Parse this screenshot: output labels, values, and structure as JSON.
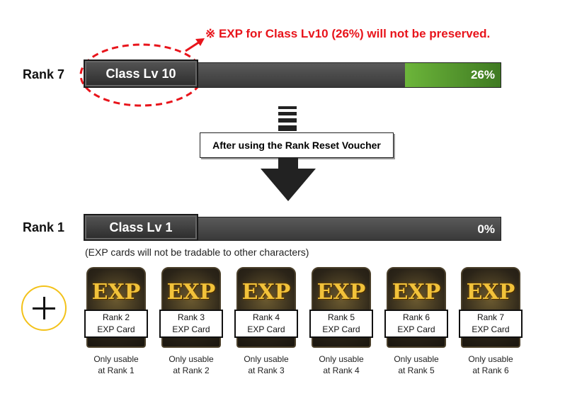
{
  "warning": "※ EXP for Class Lv10 (26%) will not be preserved.",
  "before": {
    "rank": "Rank 7",
    "class_level": "Class Lv 10",
    "exp_percent": "26%",
    "exp_fraction": 0.26
  },
  "transition_label": "After using the Rank Reset Voucher",
  "after": {
    "rank": "Rank 1",
    "class_level": "Class Lv 1",
    "exp_percent": "0%",
    "exp_fraction": 0
  },
  "cards_note": "(EXP cards will not be tradable to other characters)",
  "plus_icon": "plus-icon",
  "card_logo": "EXP",
  "cards": [
    {
      "rank": "Rank 2",
      "name": "EXP Card",
      "usage1": "Only usable",
      "usage2": "at Rank 1"
    },
    {
      "rank": "Rank 3",
      "name": "EXP Card",
      "usage1": "Only usable",
      "usage2": "at Rank 2"
    },
    {
      "rank": "Rank 4",
      "name": "EXP Card",
      "usage1": "Only usable",
      "usage2": "at Rank 3"
    },
    {
      "rank": "Rank 5",
      "name": "EXP Card",
      "usage1": "Only usable",
      "usage2": "at Rank 4"
    },
    {
      "rank": "Rank 6",
      "name": "EXP Card",
      "usage1": "Only usable",
      "usage2": "at Rank 5"
    },
    {
      "rank": "Rank 7",
      "name": "EXP Card",
      "usage1": "Only usable",
      "usage2": "at Rank 6"
    }
  ],
  "colors": {
    "warning": "#e8141b",
    "exp_fill": "#5aa32f"
  }
}
